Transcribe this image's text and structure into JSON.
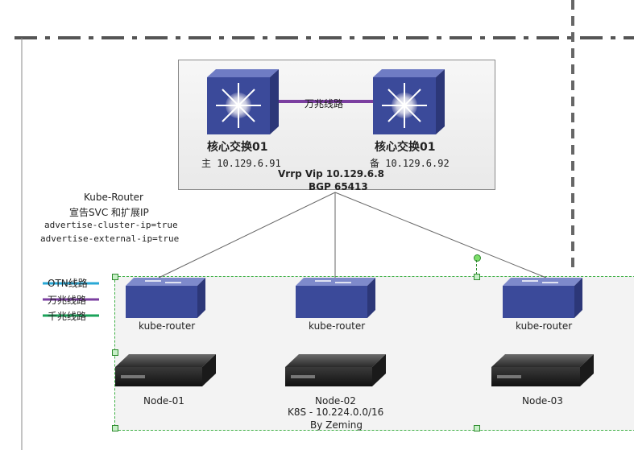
{
  "core": {
    "switch_a": {
      "label": "核心交换01",
      "ip": "主 10.129.6.91"
    },
    "switch_b": {
      "label": "核心交换01",
      "ip": "备 10.129.6.92"
    },
    "link_label": "万兆线路",
    "vip": "Vrrp Vip 10.129.6.8",
    "bgp": "BGP 65413"
  },
  "kube_router_note": {
    "title": "Kube-Router",
    "subtitle": "宣告SVC 和扩展IP",
    "line1": "advertise-cluster-ip=true",
    "line2": "advertise-external-ip=true"
  },
  "legend": [
    {
      "label": "OTN线路",
      "color": "#29a8d6"
    },
    {
      "label": "万兆线路",
      "color": "#7b3fa0"
    },
    {
      "label": "千兆线路",
      "color": "#1aa35a"
    }
  ],
  "nodes": [
    {
      "router": "kube-router",
      "node": "Node-01"
    },
    {
      "router": "kube-router",
      "node": "Node-02"
    },
    {
      "router": "kube-router",
      "node": "Node-03"
    }
  ],
  "cluster": {
    "cidr": "K8S  - 10.224.0.0/16",
    "author": "By Zeming"
  },
  "colors": {
    "switch_face": "#3b4a9a",
    "link_10g": "#7b3fa0",
    "border_dashed": "#555555",
    "cluster_border": "#3cb043"
  }
}
